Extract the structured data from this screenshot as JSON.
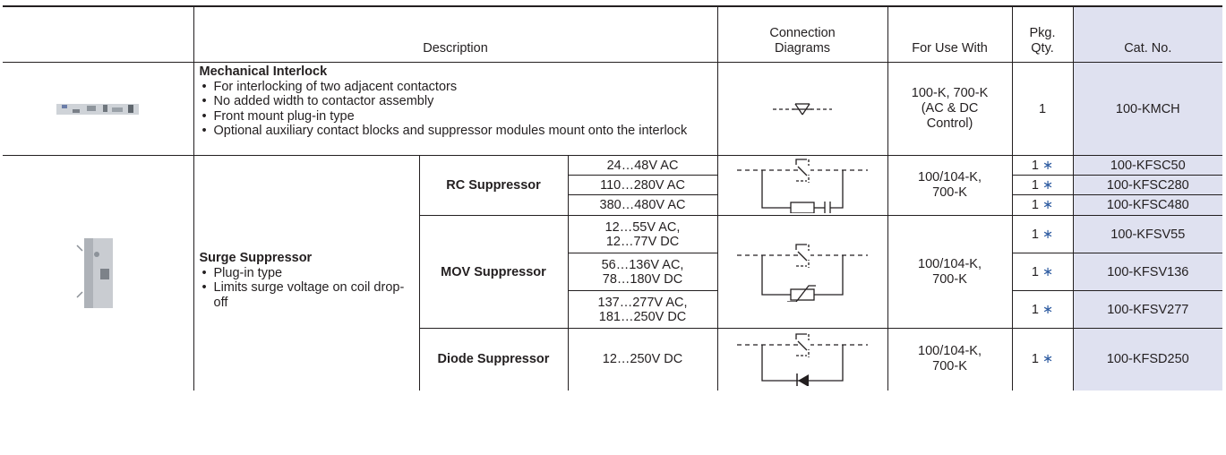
{
  "header": {
    "description": "Description",
    "connection_line1": "Connection",
    "connection_line2": "Diagrams",
    "for_use_with": "For Use With",
    "pkg_line1": "Pkg.",
    "pkg_line2": "Qty.",
    "cat_no": "Cat. No."
  },
  "interlock": {
    "title": "Mechanical Interlock",
    "bullets": [
      "For interlocking of two adjacent contactors",
      "No added width to contactor assembly",
      "Front mount plug-in type",
      "Optional auxiliary contact blocks and suppressor modules mount onto the interlock"
    ],
    "use_line1": "100-K, 700-K",
    "use_line2": "(AC & DC",
    "use_line3": "Control)",
    "qty": "1",
    "cat": "100-KMCH"
  },
  "surge": {
    "title": "Surge Suppressor",
    "bullets": [
      "Plug-in type",
      "Limits surge voltage on coil drop-off"
    ],
    "star": "∗",
    "rc": {
      "label": "RC Suppressor",
      "use_line1": "100/104-K,",
      "use_line2": "700-K",
      "rows": [
        {
          "voltage": "24…48V AC",
          "qty": "1",
          "cat": "100-KFSC50"
        },
        {
          "voltage": "110…280V AC",
          "qty": "1",
          "cat": "100-KFSC280"
        },
        {
          "voltage": "380…480V AC",
          "qty": "1",
          "cat": "100-KFSC480"
        }
      ]
    },
    "mov": {
      "label": "MOV Suppressor",
      "use_line1": "100/104-K,",
      "use_line2": "700-K",
      "rows": [
        {
          "v1": "12…55V AC,",
          "v2": "12…77V DC",
          "qty": "1",
          "cat": "100-KFSV55"
        },
        {
          "v1": "56…136V AC,",
          "v2": "78…180V DC",
          "qty": "1",
          "cat": "100-KFSV136"
        },
        {
          "v1": "137…277V AC,",
          "v2": "181…250V DC",
          "qty": "1",
          "cat": "100-KFSV277"
        }
      ]
    },
    "diode": {
      "label": "Diode Suppressor",
      "voltage": "12…250V DC",
      "use_line1": "100/104-K,",
      "use_line2": "700-K",
      "qty": "1",
      "cat": "100-KFSD250"
    }
  },
  "colors": {
    "catalog_bg": "#dfe1f0",
    "star": "#2c5aa0",
    "rule": "#231f20"
  }
}
